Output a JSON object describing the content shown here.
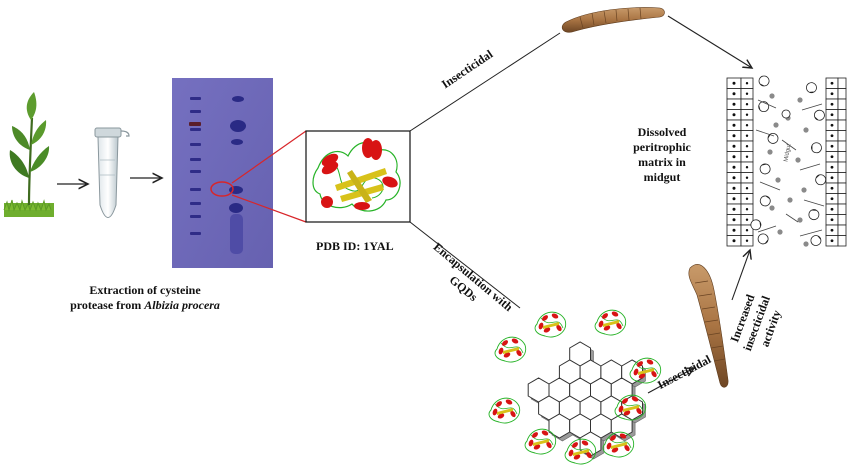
{
  "labels": {
    "extraction_line1": "Extraction of cysteine",
    "extraction_line2_prefix": "protease from ",
    "extraction_line2_species": "Albizia procera",
    "pdb_id": "PDB ID: 1YAL",
    "insecticidal_top": "Insecticidal",
    "insecticidal_bottom": "Insecticidal",
    "encapsulation_line1": "Encapsulation with",
    "encapsulation_line2": "GQDs",
    "dissolved_line1": "Dissolved",
    "dissolved_line2": "peritrophic",
    "dissolved_line3": "matrix in",
    "dissolved_line4": "midgut",
    "increased_line1": "Increased",
    "increased_line2": "insecticidal",
    "increased_line3": "activity",
    "midgut_tiny": "Midgut"
  },
  "colors": {
    "gel_background": "#6f6bb9",
    "gel_band": "#2a2a85",
    "protein_helix": "#d81414",
    "protein_sheet": "#d8c21a",
    "protein_coil": "#27b327",
    "highlight": "#d8262a",
    "plant_leaf": "#4f8f2a",
    "larva": "#b08050",
    "hexagon_fill": "#ffffff"
  },
  "icons": [
    "plant-icon",
    "microtube-icon",
    "gel-image",
    "protein-structure-image",
    "larva-icon",
    "midgut-diagram",
    "gqd-nanoparticle-icon"
  ]
}
